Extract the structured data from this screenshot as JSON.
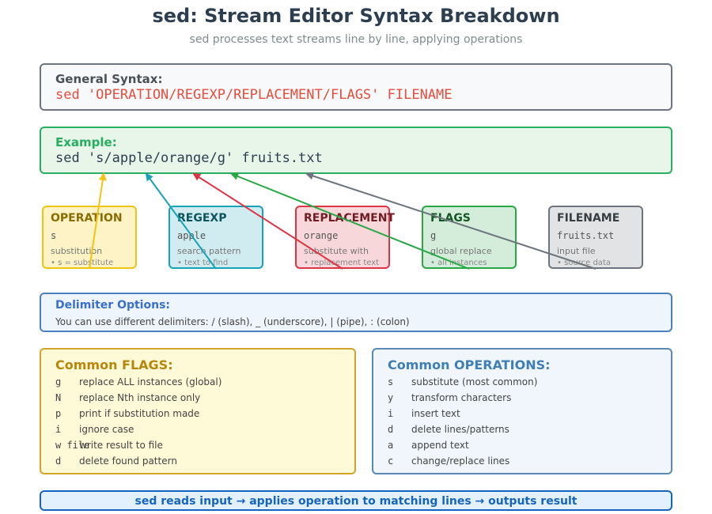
{
  "header": {
    "title": "sed: Stream Editor Syntax Breakdown",
    "subtitle": "sed processes text streams line by line, applying operations"
  },
  "general_syntax": {
    "label": "General Syntax:",
    "code": "sed 'OPERATION/REGEXP/REPLACEMENT/FLAGS' FILENAME"
  },
  "example": {
    "label": "Example:",
    "code": "sed 's/apple/orange/g' fruits.txt"
  },
  "components": [
    {
      "title": "OPERATION",
      "value": "s",
      "desc": "substitution",
      "note": "• s = substitute",
      "color": "#f1c40f",
      "bg": "#fdf3c7",
      "title_color": "#8a6d00"
    },
    {
      "title": "REGEXP",
      "value": "apple",
      "desc": "search pattern",
      "note": "• text to find",
      "color": "#17a2b8",
      "bg": "#d1ecf1",
      "title_color": "#0c5460"
    },
    {
      "title": "REPLACEMENT",
      "value": "orange",
      "desc": "substitute with",
      "note": "• replacement text",
      "color": "#dc3545",
      "bg": "#f8d7da",
      "title_color": "#721c24"
    },
    {
      "title": "FLAGS",
      "value": "g",
      "desc": "global replace",
      "note": "• all instances",
      "color": "#28a745",
      "bg": "#d4edda",
      "title_color": "#155724"
    },
    {
      "title": "FILENAME",
      "value": "fruits.txt",
      "desc": "input file",
      "note": "• source data",
      "color": "#6c757d",
      "bg": "#e2e3e5",
      "title_color": "#383d41"
    }
  ],
  "delimiters": {
    "title": "Delimiter Options:",
    "text": "You can use different delimiters: / (slash), _ (underscore), | (pipe), : (colon)"
  },
  "common_flags": {
    "title": "Common FLAGS:",
    "items": [
      {
        "key": "g",
        "desc": "replace ALL instances (global)"
      },
      {
        "key": "N",
        "desc": "replace Nth instance only"
      },
      {
        "key": "p",
        "desc": "print if substitution made"
      },
      {
        "key": "i",
        "desc": "ignore case"
      },
      {
        "key": "w file",
        "desc": "write result to file"
      },
      {
        "key": "d",
        "desc": "delete found pattern"
      }
    ]
  },
  "common_operations": {
    "title": "Common OPERATIONS:",
    "items": [
      {
        "key": "s",
        "desc": "substitute (most common)"
      },
      {
        "key": "y",
        "desc": "transform characters"
      },
      {
        "key": "i",
        "desc": "insert text"
      },
      {
        "key": "d",
        "desc": "delete lines/patterns"
      },
      {
        "key": "a",
        "desc": "append text"
      },
      {
        "key": "c",
        "desc": "change/replace lines"
      }
    ]
  },
  "footer": {
    "text": "sed reads input → applies operation to matching lines → outputs result"
  }
}
